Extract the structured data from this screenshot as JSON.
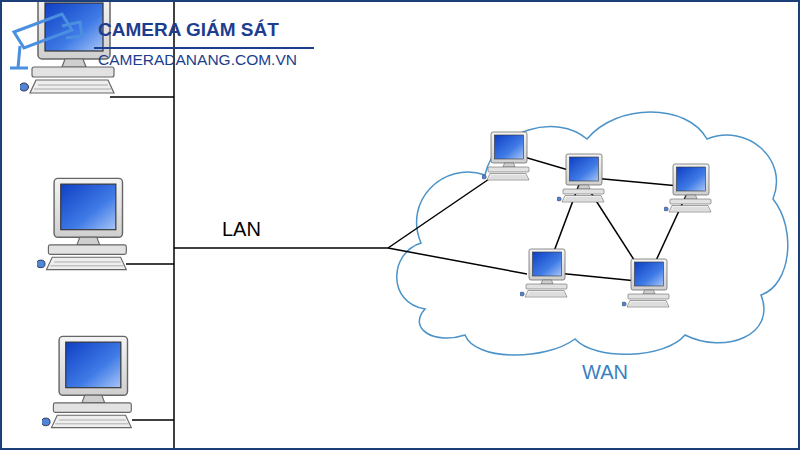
{
  "diagram": {
    "nodes": [
      {
        "text": [
          "WAN"
        ]
      }
    ],
    "labels": [
      "CAMERA GIÁM SÁT",
      "CAMERADANANG.COM.VN",
      "LAN"
    ]
  }
}
